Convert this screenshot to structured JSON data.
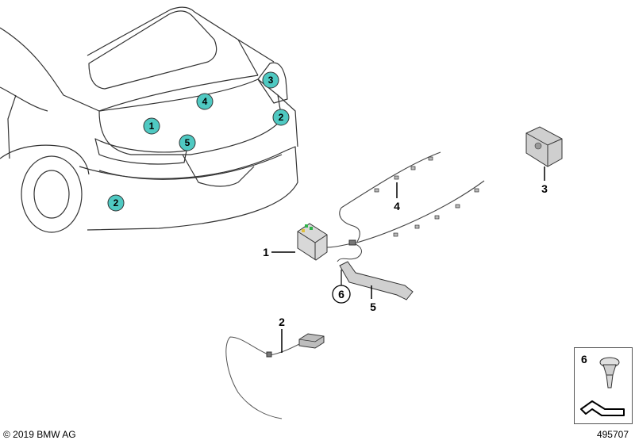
{
  "callouts": [
    "1",
    "2",
    "3",
    "4",
    "5",
    "2"
  ],
  "parts": [
    {
      "number": "1"
    },
    {
      "number": "2"
    },
    {
      "number": "3"
    },
    {
      "number": "4"
    },
    {
      "number": "5"
    },
    {
      "number": "6"
    }
  ],
  "legend": {
    "number": "6"
  },
  "footer": {
    "copyright": "© 2019 BMW AG",
    "diagram_id": "495707"
  },
  "colors": {
    "callout_fill": "#4fc9c2",
    "line": "#333333",
    "part_fill": "#d8d8d8"
  }
}
